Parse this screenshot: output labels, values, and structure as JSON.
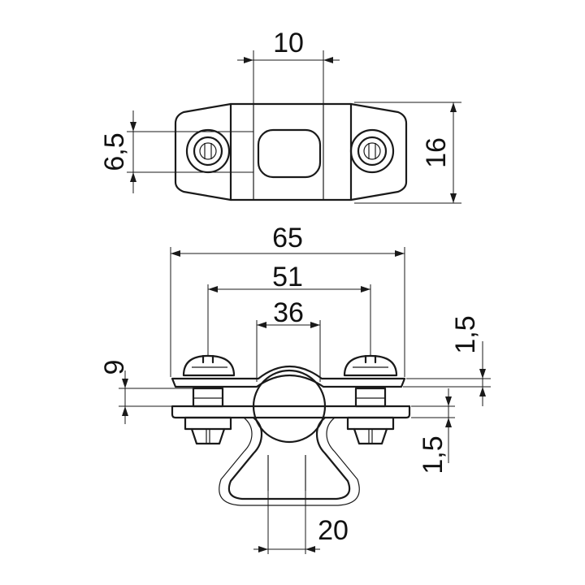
{
  "colors": {
    "line": "#1a1a1a",
    "background": "#ffffff"
  },
  "dimensions": {
    "slot_width": "10",
    "hole_spacing": "6,5",
    "plate_width": "16",
    "overall_length": "65",
    "hole_distance": "51",
    "pipe_diameter": "36",
    "clip_height": "9",
    "plate_thickness_top": "1,5",
    "plate_thickness_bottom": "1,5",
    "loop_width": "20"
  }
}
